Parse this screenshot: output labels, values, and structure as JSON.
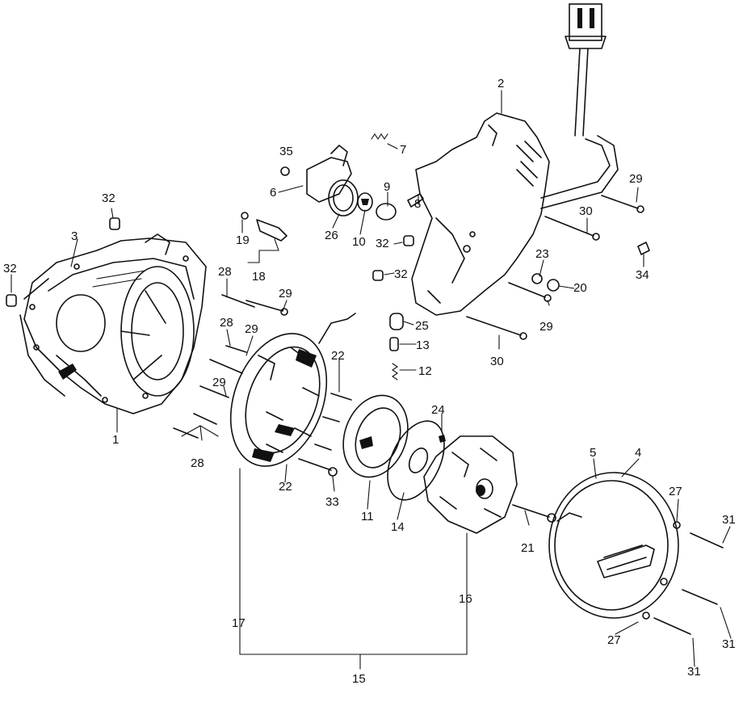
{
  "diagram": {
    "callouts": [
      "1",
      "2",
      "3",
      "4",
      "5",
      "6",
      "7",
      "8",
      "9",
      "10",
      "11",
      "12",
      "13",
      "14",
      "15",
      "16",
      "17",
      "18",
      "19",
      "20",
      "21",
      "22",
      "22",
      "23",
      "24",
      "25",
      "26",
      "27",
      "27",
      "28",
      "28",
      "28",
      "29",
      "29",
      "29",
      "29",
      "29",
      "30",
      "30",
      "31",
      "31",
      "31",
      "32",
      "32",
      "32",
      "32",
      "33",
      "34",
      "35"
    ]
  }
}
